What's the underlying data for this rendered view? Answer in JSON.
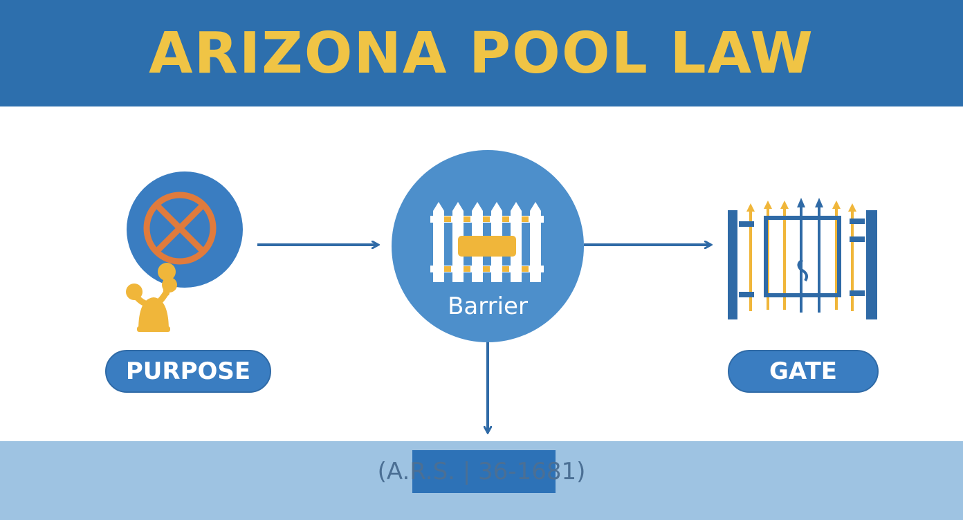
{
  "header": {
    "title": "ARIZONA POOL LAW"
  },
  "nodes": {
    "purpose": {
      "label": "PURPOSE"
    },
    "barrier": {
      "label": "Barrier"
    },
    "gate": {
      "label": "GATE"
    }
  },
  "footer": {
    "reference": "(A.R.S. | 36-1681)"
  },
  "colors": {
    "header_blue": "#2d6fad",
    "title_yellow": "#f0c445",
    "node_blue": "#3a7dc1",
    "footer_blue": "#9ec3e2",
    "accent_orange": "#e07b3c"
  }
}
